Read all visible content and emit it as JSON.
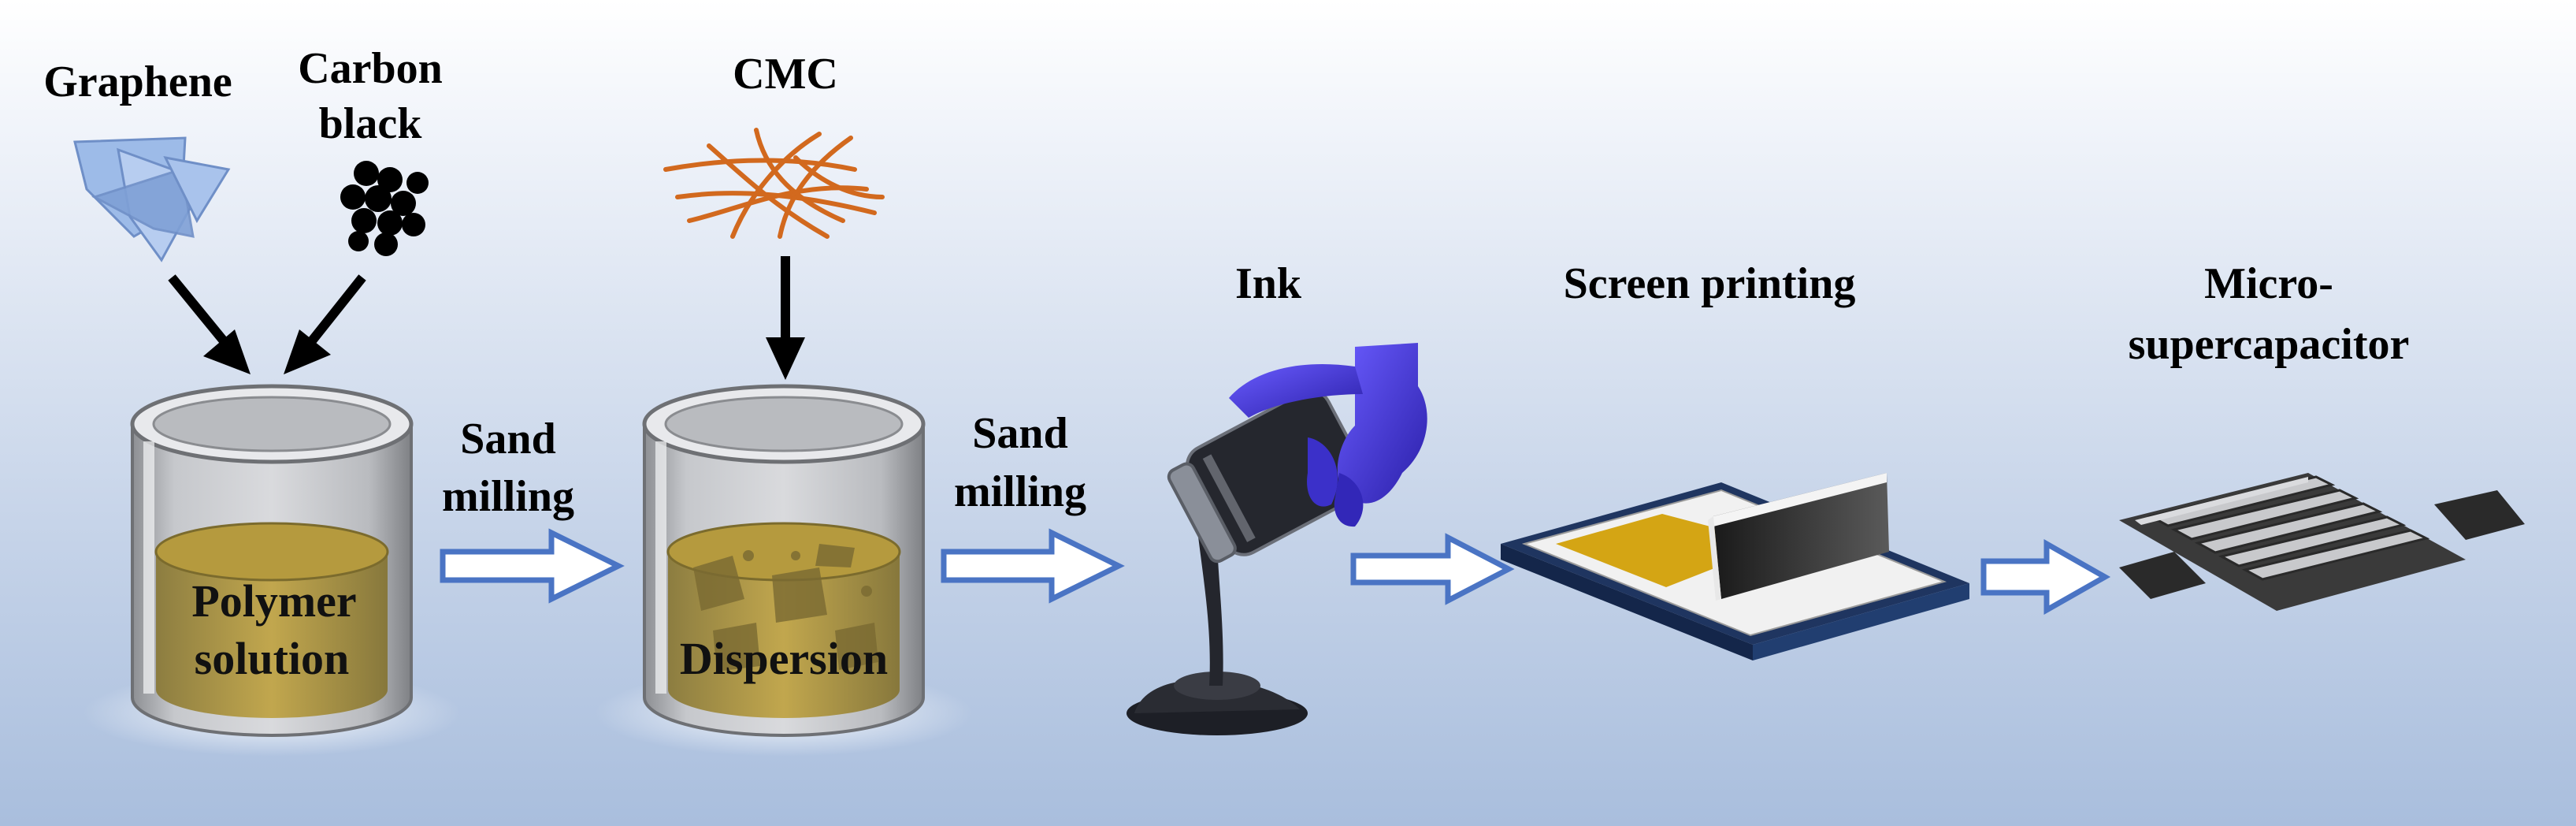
{
  "ingredients": {
    "graphene": "Graphene",
    "carbon_black": [
      "Carbon",
      "black"
    ],
    "cmc": "CMC"
  },
  "containers": {
    "polymer_solution": [
      "Polymer",
      "solution"
    ],
    "dispersion": "Dispersion"
  },
  "steps": {
    "sand_milling_1": [
      "Sand",
      "milling"
    ],
    "sand_milling_2": [
      "Sand",
      "milling"
    ],
    "ink": "Ink",
    "screen_printing": "Screen printing",
    "micro_supercapacitor": [
      "Micro-",
      "supercapacitor"
    ]
  },
  "colors": {
    "background_top": "#ffffff",
    "background_bottom": "#a9bedd",
    "arrow_outline": "#4a74c4",
    "cmc_fiber": "#d2691e",
    "glove": "#4b3fe0",
    "paste": "#d4a514",
    "electrode": "#303030"
  }
}
